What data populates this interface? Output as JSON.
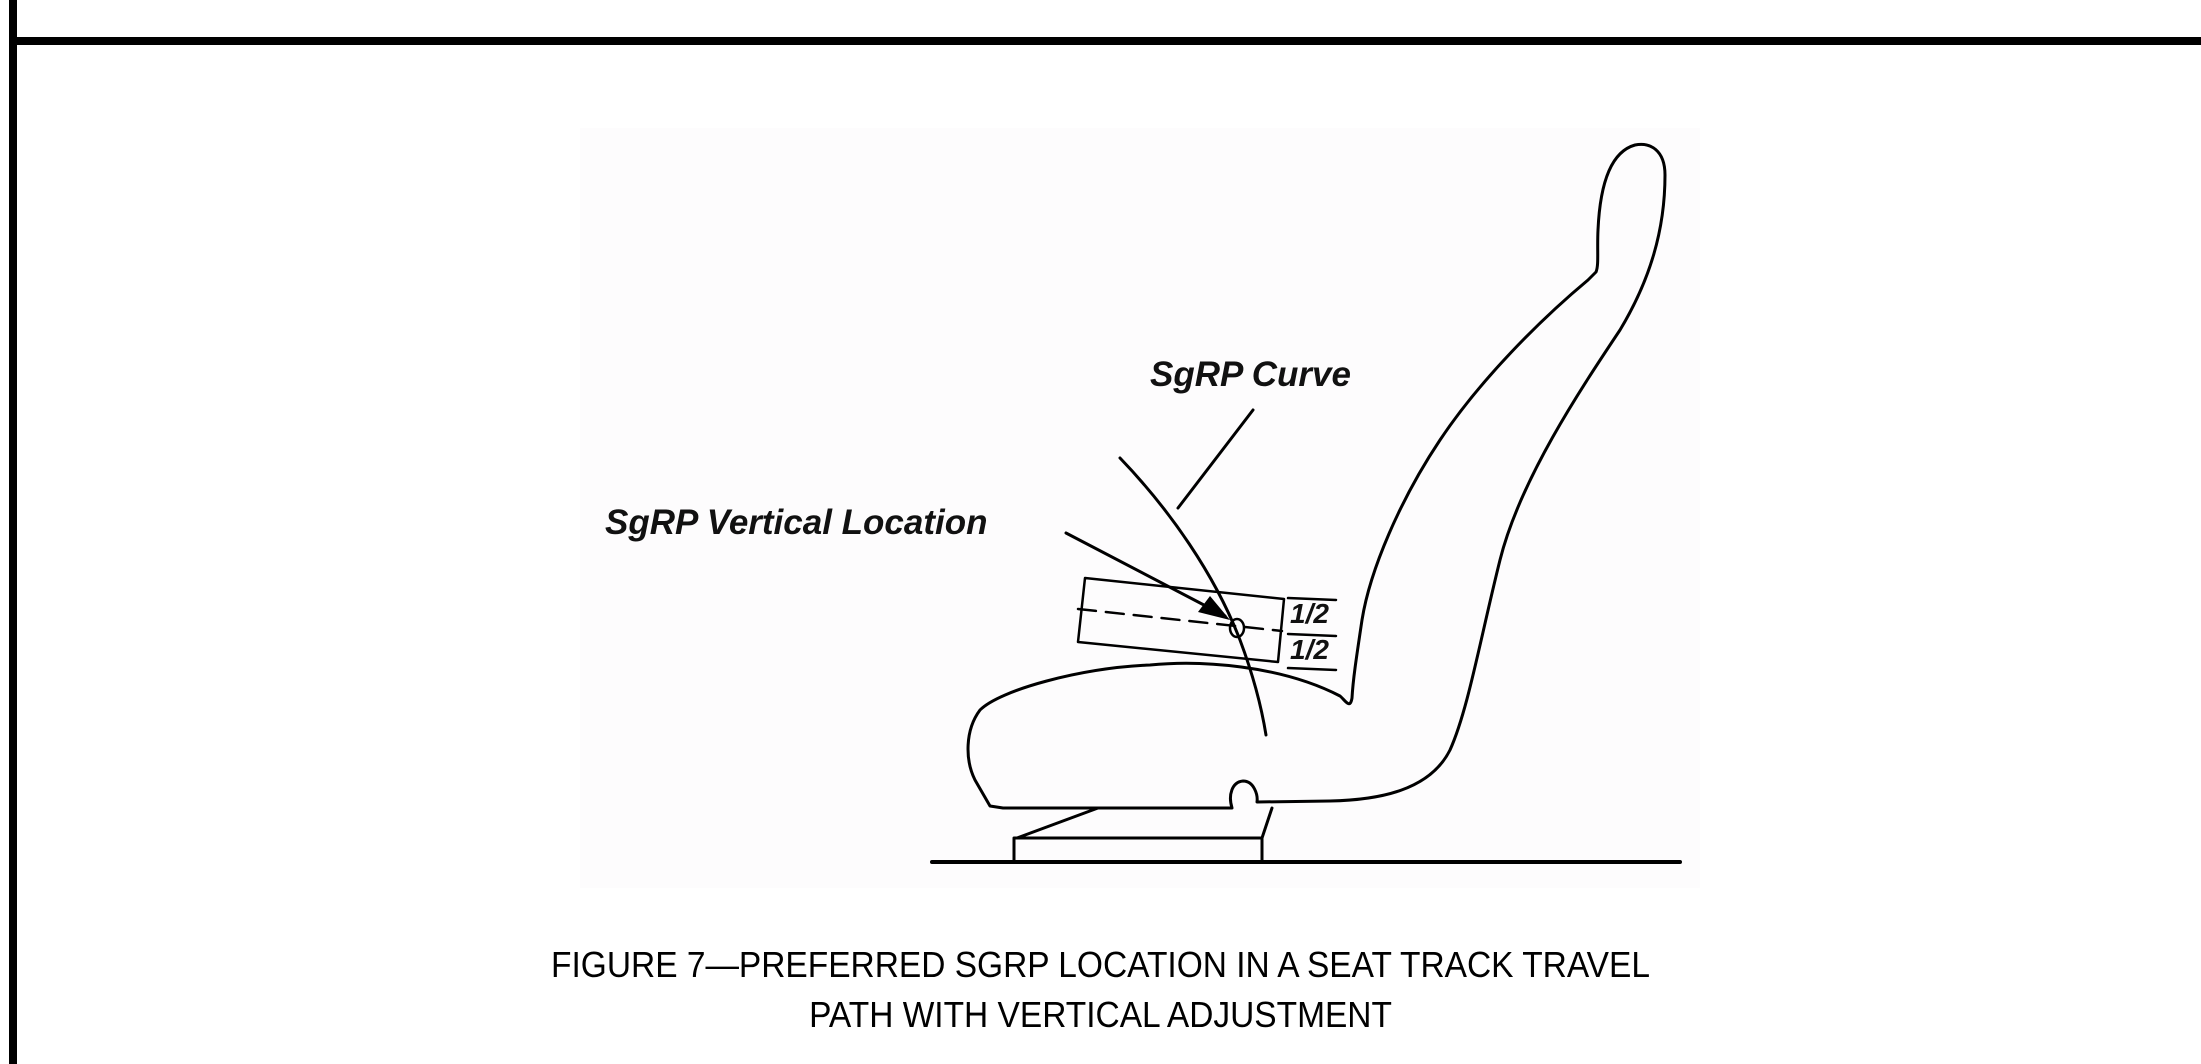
{
  "page": {
    "border_color": "#000000",
    "background": "#ffffff"
  },
  "figure": {
    "labels": {
      "sgrp_curve": "SgRP Curve",
      "sgrp_vertical_location": "SgRP Vertical Location",
      "upper_fraction": "1/2",
      "lower_fraction": "1/2"
    },
    "elements": [
      "seat-back",
      "seat-cushion",
      "seat-track-riser",
      "floor-line",
      "sgrp-curve",
      "vertical-adjustment-box",
      "sgrp-point",
      "leader-arrow"
    ]
  },
  "caption": {
    "line1": "FIGURE 7—PREFERRED SGRP LOCATION IN A SEAT TRACK TRAVEL",
    "line2": "PATH WITH VERTICAL ADJUSTMENT"
  }
}
